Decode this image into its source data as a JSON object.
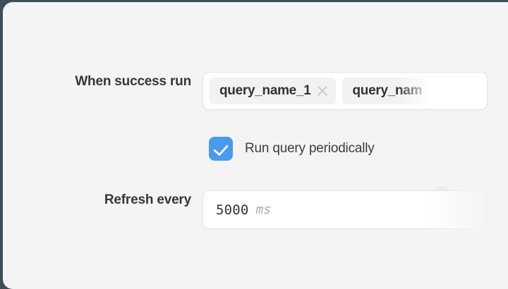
{
  "panel": {
    "background_color": "#f4f4f5",
    "backdrop_color": "#3d4f57"
  },
  "form": {
    "success_run": {
      "label": "When success run",
      "chips": [
        {
          "label": "query_name_1",
          "removable": true,
          "truncated": false
        },
        {
          "label": "query_nam",
          "removable": false,
          "truncated": true
        }
      ]
    },
    "periodic": {
      "checkbox_label": "Run query periodically",
      "checked": true,
      "accent_color": "#4a9aeb"
    },
    "refresh": {
      "label": "Refresh every",
      "value": "5000",
      "unit": "ms"
    }
  }
}
